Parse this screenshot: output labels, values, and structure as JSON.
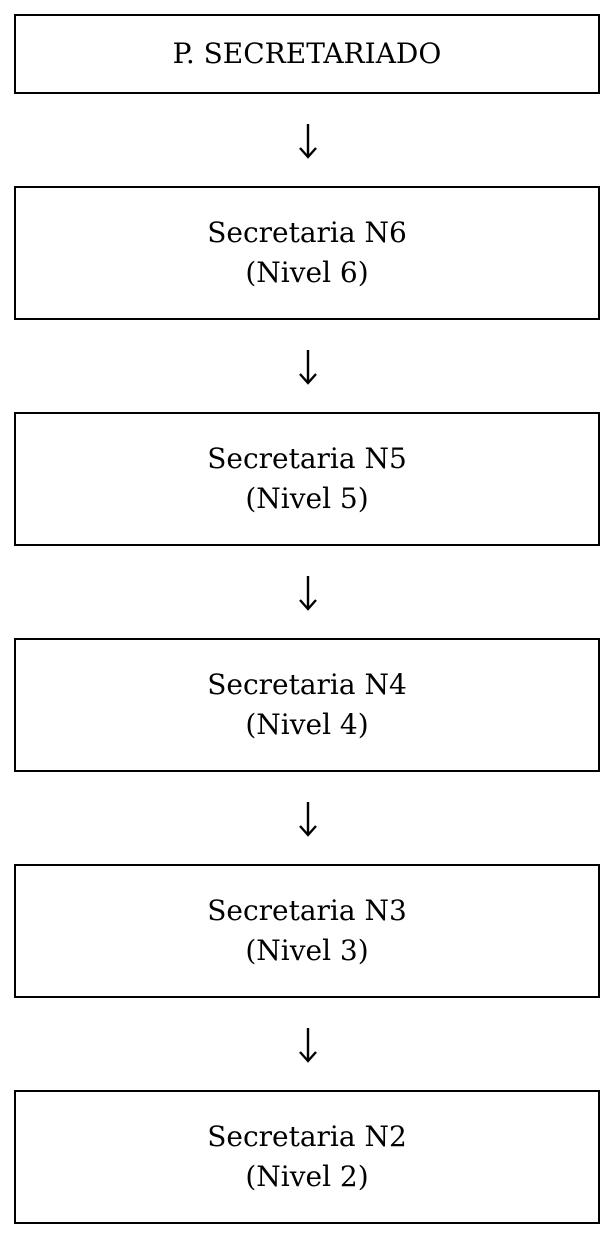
{
  "diagram": {
    "nodes": [
      {
        "title": "P. SECRETARIADO",
        "subtitle": ""
      },
      {
        "title": "Secretaria N6",
        "subtitle": "(Nivel 6)"
      },
      {
        "title": "Secretaria N5",
        "subtitle": "(Nivel 5)"
      },
      {
        "title": "Secretaria N4",
        "subtitle": "(Nivel 4)"
      },
      {
        "title": "Secretaria N3",
        "subtitle": "(Nivel 3)"
      },
      {
        "title": "Secretaria N2",
        "subtitle": "(Nivel 2)"
      }
    ],
    "edges": [
      {
        "from": 0,
        "to": 1
      },
      {
        "from": 1,
        "to": 2
      },
      {
        "from": 2,
        "to": 3
      },
      {
        "from": 3,
        "to": 4
      },
      {
        "from": 4,
        "to": 5
      }
    ],
    "colors": {
      "stroke": "#000000",
      "fill": "#ffffff",
      "text": "#000000"
    },
    "arrow_icon": "arrow-down-icon"
  }
}
